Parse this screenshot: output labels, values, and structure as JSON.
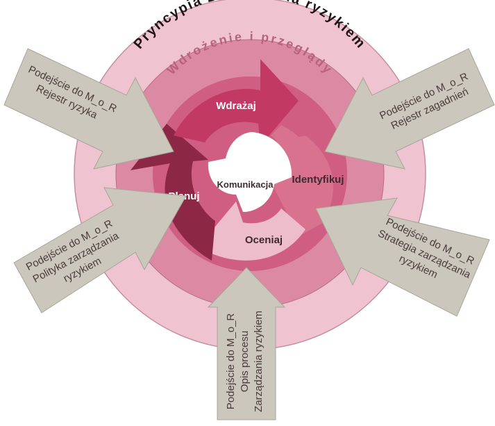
{
  "diagram": {
    "outer_ring_label": "Pryncypia zarządzania ryzykiem",
    "middle_ring_label": "Wdrożenie i przeglądy",
    "center_label": "Komunikacja",
    "cycle_steps": {
      "wdrazaj": "Wdrażaj",
      "identyfikuj": "Identyfikuj",
      "oceniaj": "Oceniaj",
      "planuj": "Planuj"
    },
    "inputs": {
      "top_left": {
        "line1": "Podejście do M_o_R",
        "line2": "Rejestr ryzyka"
      },
      "top_right": {
        "line1": "Podejście do M_o_R",
        "line2": "Rejestr zagadnień"
      },
      "bottom_left": {
        "line1": "Podejście do M_o_R",
        "line2": "Polityka zarządzania",
        "line3": "ryzykiem"
      },
      "bottom_right": {
        "line1": "Podejście do M_o_R",
        "line2": "Strategia zarządzania",
        "line3": "ryzykiem"
      },
      "bottom": {
        "line1": "Podejście do M_o_R",
        "line2": "Opis procesu",
        "line3": "Zarządzania ryzykiem"
      }
    },
    "colors": {
      "outer_ring": "#efc4d0",
      "middle_ring": "#dc8aa3",
      "inner_ring": "#cf5e82",
      "wdrazaj": "#c23a63",
      "identyfikuj": "#d8728f",
      "oceniaj": "#eebdcc",
      "planuj": "#8c2846",
      "input_arrow": "#cbc7bc",
      "input_arrow_border": "#a8a498"
    }
  }
}
